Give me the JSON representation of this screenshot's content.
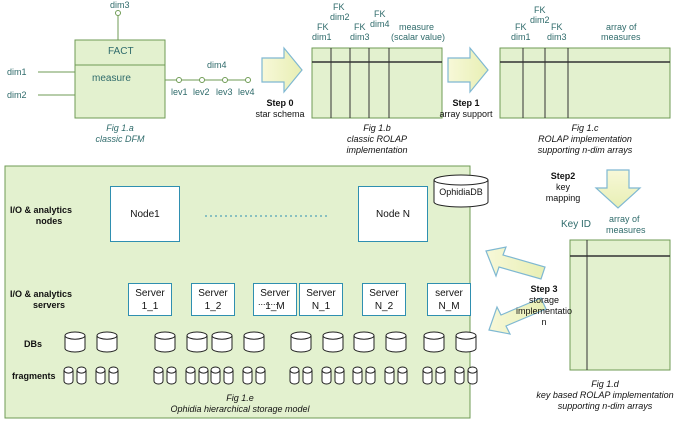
{
  "fig_a": {
    "dim3": "dim3",
    "dim1": "dim1",
    "dim2": "dim2",
    "dim4": "dim4",
    "fact": "FACT",
    "measure": "measure",
    "levels": [
      "lev1",
      "lev2",
      "lev3",
      "lev4"
    ],
    "caption_line1": "Fig 1.a",
    "caption_line2": "classic DFM"
  },
  "step0": {
    "label": "Step 0",
    "desc": "star schema"
  },
  "fig_b": {
    "fk_top": "FK",
    "dim2": "dim2",
    "fk1": "FK",
    "dim1": "dim1",
    "fk3": "FK",
    "dim3": "dim3",
    "fk4": "FK",
    "dim4": "dim4",
    "measure": "measure",
    "scalar": "(scalar value)",
    "caption_line1": "Fig 1.b",
    "caption_line2": "classic ROLAP",
    "caption_line3": "implementation"
  },
  "step1": {
    "label": "Step 1",
    "desc": "array support"
  },
  "fig_c": {
    "fk_top": "FK",
    "dim2": "dim2",
    "fk1": "FK",
    "dim1": "dim1",
    "fk3": "FK",
    "dim3": "dim3",
    "array": "array of",
    "measures": "measures",
    "caption_line1": "Fig 1.c",
    "caption_line2": "ROLAP implementation",
    "caption_line3": "supporting n-dim arrays"
  },
  "step2": {
    "label": "Step2",
    "desc1": "key",
    "desc2": "mapping"
  },
  "fig_d": {
    "keyid": "Key ID",
    "array": "array of",
    "measures": "measures",
    "caption_line1": "Fig 1.d",
    "caption_line2": "key based ROLAP implementation",
    "caption_line3": "supporting n-dim arrays"
  },
  "step3": {
    "label": "Step 3",
    "desc1": "storage",
    "desc2": "implementatio",
    "desc3": "n"
  },
  "fig_e": {
    "ophidiadb": "OphidiaDB",
    "io_nodes_1": "I/O & analytics",
    "io_nodes_2": "nodes",
    "node1": "Node1",
    "nodeN": "Node N",
    "io_servers_1": "I/O & analytics",
    "io_servers_2": "servers",
    "servers": [
      {
        "l1": "Server",
        "l2": "1_1"
      },
      {
        "l1": "Server",
        "l2": "1_2"
      },
      {
        "l1": "Server",
        "l2": "1_M"
      },
      {
        "l1": "Server",
        "l2": "N_1"
      },
      {
        "l1": "Server",
        "l2": "N_2"
      },
      {
        "l1": "server",
        "l2": "N_M"
      }
    ],
    "ellipsis": "........",
    "dbs": "DBs",
    "fragments": "fragments",
    "caption_line1": "Fig 1.e",
    "caption_line2": "Ophidia hierarchical storage model"
  },
  "colors": {
    "green_fill": "#e3f1cf",
    "green_border": "#6f9b54",
    "blue_border": "#2f8fb0",
    "teal_text": "#2f6b6b",
    "arrow_fill": "#f1f3c7",
    "arrow_stroke": "#7fb8d2"
  }
}
